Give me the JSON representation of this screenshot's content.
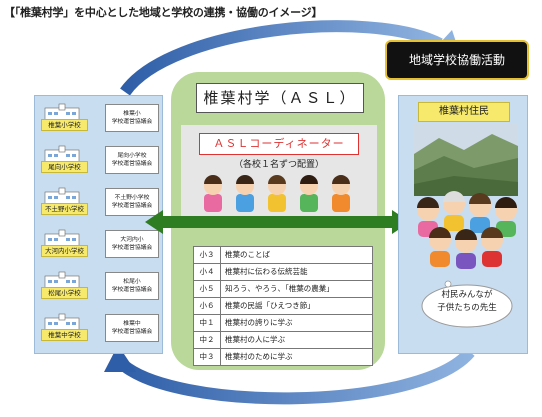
{
  "title": "【「椎葉村学」を中心とした地域と学校の連携・協働のイメージ】",
  "schools": [
    {
      "name": "椎葉小学校",
      "council_line1": "椎葉小",
      "council_line2": "学校運営協議会"
    },
    {
      "name": "尾向小学校",
      "council_line1": "尾向小学校",
      "council_line2": "学校運営協議会"
    },
    {
      "name": "不土野小学校",
      "council_line1": "不土野小学校",
      "council_line2": "学校運営協議会"
    },
    {
      "name": "大河内小学校",
      "council_line1": "大河内小",
      "council_line2": "学校運営協議会"
    },
    {
      "name": "松尾小学校",
      "council_line1": "松尾小",
      "council_line2": "学校運営協議会"
    },
    {
      "name": "椎葉中学校",
      "council_line1": "椎葉中",
      "council_line2": "学校運営協議会"
    }
  ],
  "center": {
    "title": "椎葉村学（ＡＳＬ）",
    "coordinator_title": "ＡＳＬコーディネーター",
    "coordinator_sub": "（各校１名ずつ配置）"
  },
  "subjects": [
    {
      "grade": "小３",
      "content": "椎葉のことば"
    },
    {
      "grade": "小４",
      "content": "椎葉村に伝わる伝統芸能"
    },
    {
      "grade": "小５",
      "content": "知ろう、やろう、「椎葉の農業」"
    },
    {
      "grade": "小６",
      "content": "椎葉の民謡「ひえつき節」"
    },
    {
      "grade": "中１",
      "content": "椎葉村の誇りに学ぶ"
    },
    {
      "grade": "中２",
      "content": "椎葉村の人に学ぶ"
    },
    {
      "grade": "中３",
      "content": "椎葉村のために学ぶ"
    }
  ],
  "right": {
    "title": "椎葉村住民",
    "bubble_line1": "村民みんなが",
    "bubble_line2": "子供たちの先生"
  },
  "activity_label": "地域学校協働活動",
  "colors": {
    "center_green": "#b9d89a",
    "panel_blue": "#c9ddf0",
    "arrow_green": "#2e7d23",
    "cycle_blue": "#3d6fb8",
    "label_yellow": "#f6e96b"
  }
}
